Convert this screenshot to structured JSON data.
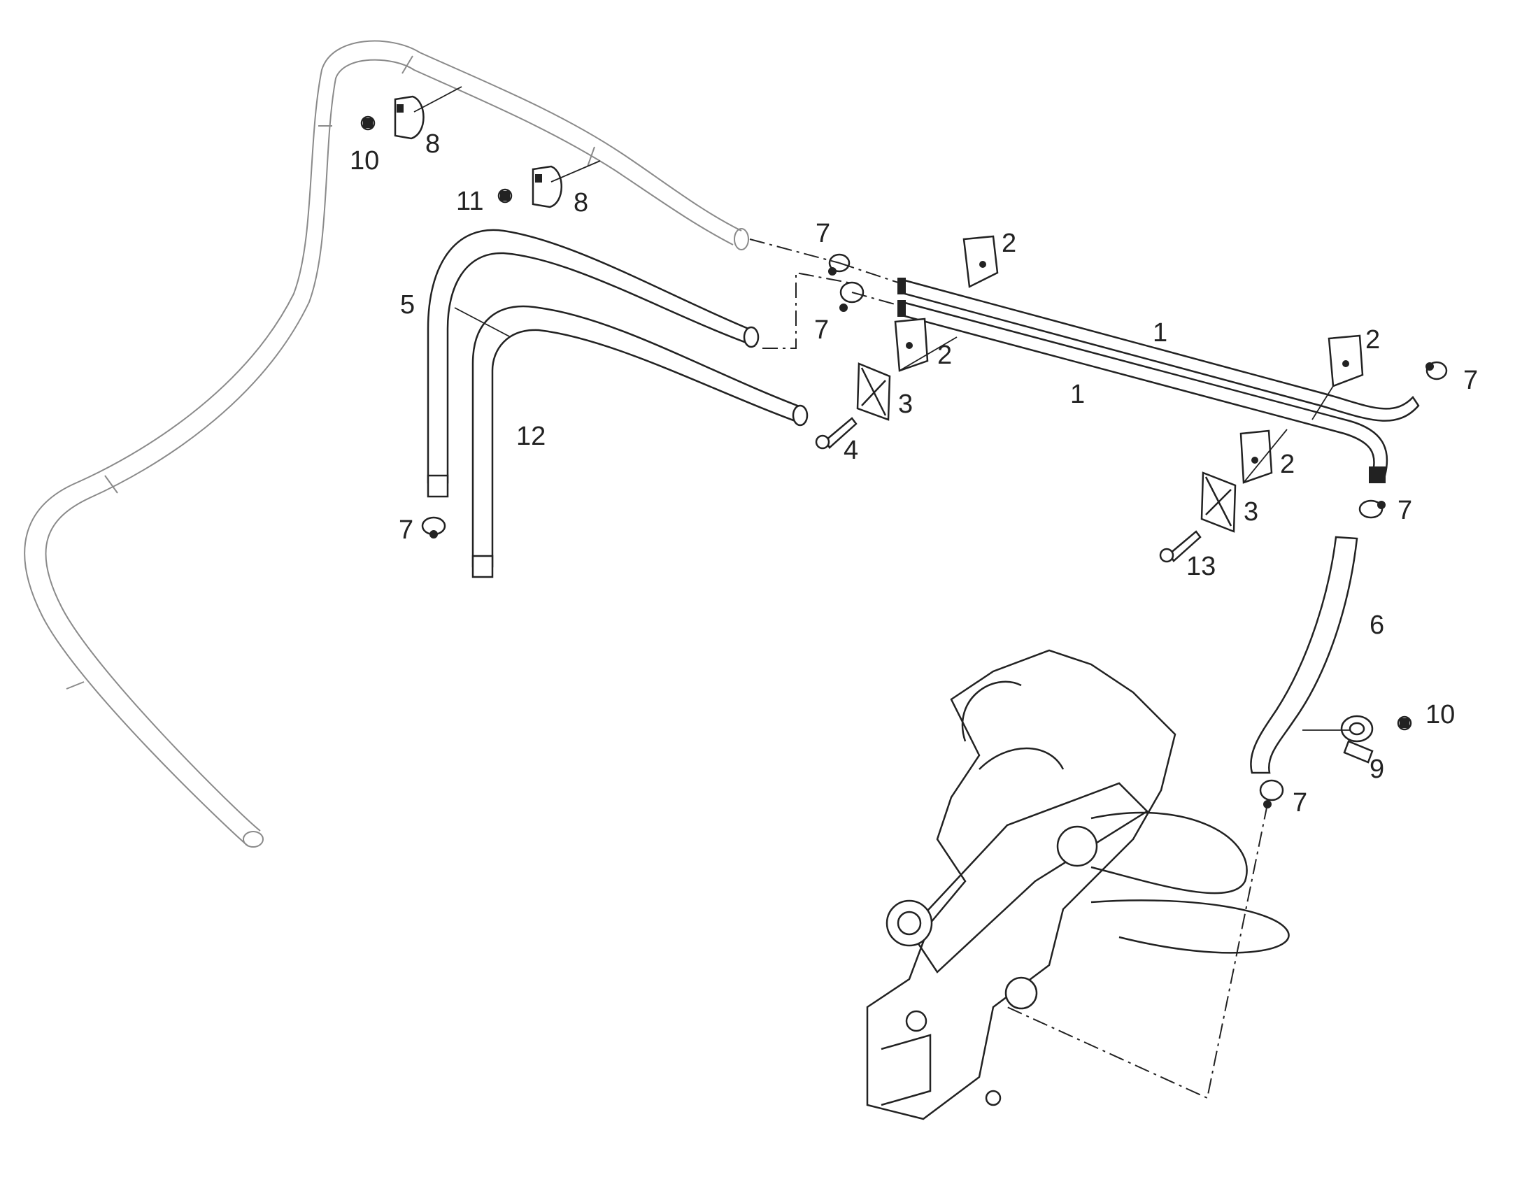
{
  "callouts": [
    {
      "id": "c1a",
      "text": "1"
    },
    {
      "id": "c1b",
      "text": "1"
    },
    {
      "id": "c2a",
      "text": "2"
    },
    {
      "id": "c2b",
      "text": "2"
    },
    {
      "id": "c2c",
      "text": "2"
    },
    {
      "id": "c2d",
      "text": "2"
    },
    {
      "id": "c3a",
      "text": "3"
    },
    {
      "id": "c3b",
      "text": "3"
    },
    {
      "id": "c4",
      "text": "4"
    },
    {
      "id": "c5",
      "text": "5"
    },
    {
      "id": "c6",
      "text": "6"
    },
    {
      "id": "c7a",
      "text": "7"
    },
    {
      "id": "c7b",
      "text": "7"
    },
    {
      "id": "c7c",
      "text": "7"
    },
    {
      "id": "c7d",
      "text": "7"
    },
    {
      "id": "c7e",
      "text": "7"
    },
    {
      "id": "c7f",
      "text": "7"
    },
    {
      "id": "c8a",
      "text": "8"
    },
    {
      "id": "c8b",
      "text": "8"
    },
    {
      "id": "c9",
      "text": "9"
    },
    {
      "id": "c10a",
      "text": "10"
    },
    {
      "id": "c10b",
      "text": "10"
    },
    {
      "id": "c11",
      "text": "11"
    },
    {
      "id": "c12",
      "text": "12"
    },
    {
      "id": "c13",
      "text": "13"
    }
  ],
  "palette": {
    "line": "#222222",
    "ghost": "#8a8a8a",
    "background": "#ffffff"
  }
}
